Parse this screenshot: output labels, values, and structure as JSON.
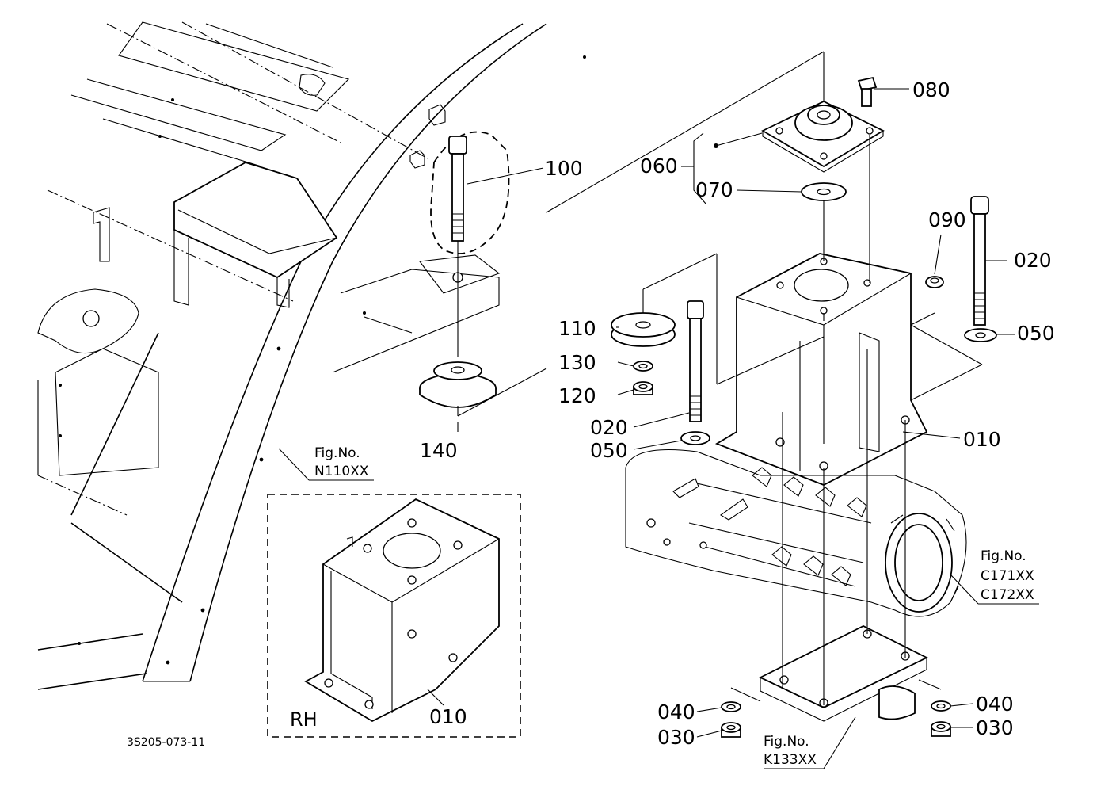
{
  "drawing_code": "3S205-073-11",
  "part_numbers": {
    "p010": "010",
    "p010_rh": "010",
    "p020_top": "020",
    "p020_left": "020",
    "p030_left": "030",
    "p030_right": "030",
    "p040_left": "040",
    "p040_right": "040",
    "p050_top": "050",
    "p050_left": "050",
    "p060": "060",
    "p070": "070",
    "p080": "080",
    "p090": "090",
    "p100": "100",
    "p110": "110",
    "p120": "120",
    "p130": "130",
    "p140": "140"
  },
  "figure_refs": {
    "n110": {
      "label": "Fig.No.",
      "number": "N110XX"
    },
    "c171": {
      "label": "Fig.No.",
      "number1": "C171XX",
      "number2": "C172XX"
    },
    "k133": {
      "label": "Fig.No.",
      "number": "K133XX"
    }
  },
  "inset": {
    "side_label": "RH"
  }
}
